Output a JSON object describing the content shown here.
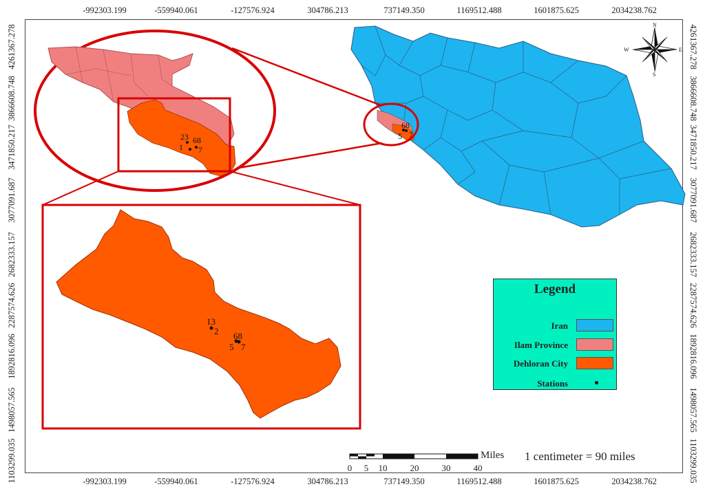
{
  "axes": {
    "top": [
      "-992303.199",
      "-559940.061",
      "-127576.924",
      "304786.213",
      "737149.350",
      "1169512.488",
      "1601875.625",
      "2034238.762"
    ],
    "bottom": [
      "-992303.199",
      "-559940.061",
      "-127576.924",
      "304786.213",
      "737149.350",
      "1169512.488",
      "1601875.625",
      "2034238.762"
    ],
    "left": [
      "4261367.278",
      "3866608.748",
      "3471850.217",
      "3077091.687",
      "2682333.157",
      "2287574.626",
      "1892816.096",
      "1498057.565",
      "1103299.035"
    ],
    "right": [
      "4261367.278",
      "3866608.748",
      "3471850.217",
      "3077091.687",
      "2682333.157",
      "2287574.626",
      "1892816.096",
      "1498057.565",
      "1103299.035"
    ]
  },
  "legend": {
    "title": "Legend",
    "items": [
      {
        "label": "Iran",
        "color": "#1eb4f0"
      },
      {
        "label": "Ilam Province",
        "color": "#f08080"
      },
      {
        "label": "Dehloran City",
        "color": "#ff5a00"
      },
      {
        "label": "Stations",
        "symbol": "dot"
      }
    ]
  },
  "scale_bar": {
    "unit": "Miles",
    "ticks": [
      "0",
      "5",
      "10",
      "20",
      "30",
      "40"
    ],
    "ratio_text": "1 centimeter = 90 miles"
  },
  "compass": {
    "icon": "north-arrow-compass-icon",
    "n": "N",
    "e": "E",
    "s": "S",
    "w": "W"
  },
  "stations": {
    "inset_medium": [
      "23",
      "68",
      "1",
      "7"
    ],
    "inset_large": [
      "13",
      "2",
      "68",
      "5",
      "7"
    ],
    "iran_map": [
      "68",
      "5",
      "7"
    ]
  },
  "colors": {
    "iran": "#1eb4f0",
    "ilam": "#f08080",
    "dehloran": "#ff5a00",
    "highlight": "#d80000",
    "legend_bg": "#00f0c0"
  }
}
